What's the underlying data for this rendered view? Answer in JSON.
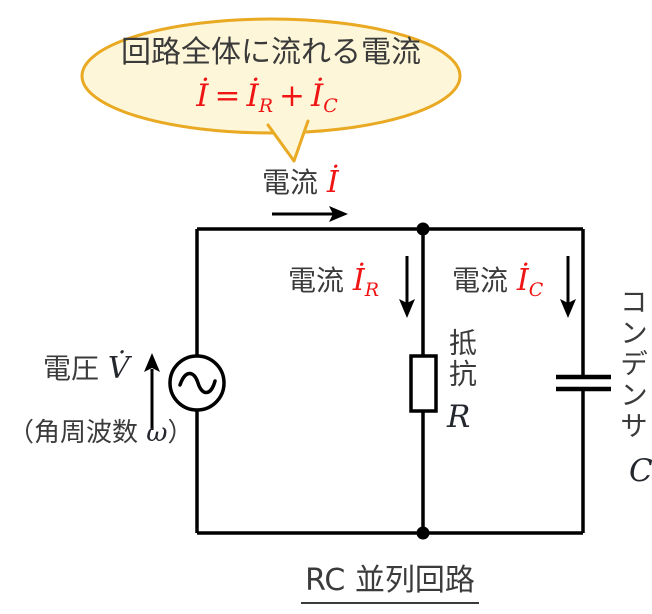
{
  "callout": {
    "line1": "回路全体に流れる電流",
    "formula": {
      "i": "İ",
      "eq": "=",
      "i_r": "İ",
      "sub_r": "R",
      "plus": "+",
      "i_c": "İ",
      "sub_c": "C"
    }
  },
  "labels": {
    "current_main": {
      "text": "電流",
      "symbol": "İ"
    },
    "current_r": {
      "text": "電流",
      "symbol": "İ",
      "sub": "R"
    },
    "current_c": {
      "text": "電流",
      "symbol": "İ",
      "sub": "C"
    },
    "voltage": {
      "text": "電圧",
      "symbol": "V̇"
    },
    "angular": {
      "open": "（角周波数 ",
      "omega": "ω",
      "close": "）"
    },
    "resistor": {
      "name": "抵抗",
      "symbol": "R"
    },
    "capacitor": {
      "name": "コンデンサ",
      "symbol": "C"
    }
  },
  "title": "RC 並列回路",
  "colors": {
    "accent_red": "#f01515",
    "bubble_fill": "#fdf6d8",
    "bubble_border": "#e9a923",
    "text_gray": "#3b3b3b",
    "line_black": "#000000"
  }
}
